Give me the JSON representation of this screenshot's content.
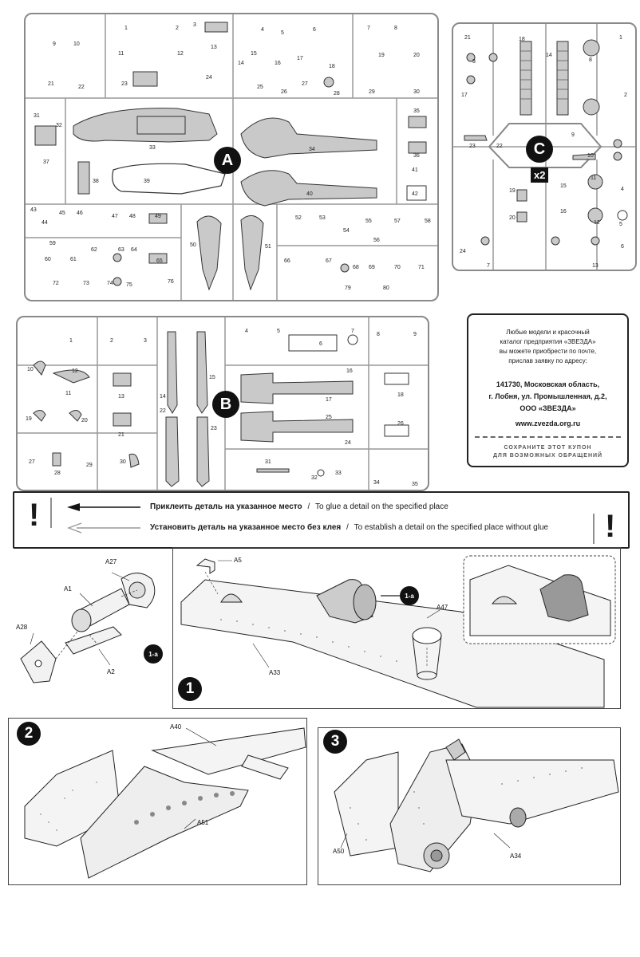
{
  "sprues": {
    "a": {
      "letter": "A"
    },
    "b": {
      "letter": "B"
    },
    "c": {
      "letter": "C",
      "multiplier": "x2"
    }
  },
  "coupon": {
    "line1": "Любые модели и красочный",
    "line2": "каталог предприятия «ЗВЕЗДА»",
    "line3": "вы можете приобрести по почте,",
    "line4": "прислав заявку по адресу:",
    "addr1": "141730, Московская область,",
    "addr2": "г. Лобня, ул. Промышленная, д.2,",
    "addr3": "ООО «ЗВЕЗДА»",
    "web": "www.zvezda.org.ru",
    "keep1": "СОХРАНИТЕ ЭТОТ КУПОН",
    "keep2": "ДЛЯ ВОЗМОЖНЫХ ОБРАЩЕНИЙ"
  },
  "legend": {
    "mark": "!",
    "glue_ru": "Приклеить деталь на указанное место",
    "glue_en": "To glue a detail on the specified place",
    "noglue_ru": "Установить деталь на указанное место без клея",
    "noglue_en": "To establish a detail on the specified place without glue",
    "sep": "/"
  },
  "steps": {
    "sub1a": {
      "badge": "1-a",
      "labels": [
        "A27",
        "A1",
        "A28",
        "A2"
      ]
    },
    "s1": {
      "number": "1",
      "badge": "1-a",
      "labels": [
        "A5",
        "A47",
        "A33"
      ]
    },
    "s2": {
      "number": "2",
      "labels": [
        "A40",
        "A51"
      ]
    },
    "s3": {
      "number": "3",
      "labels": [
        "A50",
        "A34"
      ]
    }
  },
  "part_numbers_a": [
    "1",
    "2",
    "3",
    "4",
    "5",
    "6",
    "7",
    "8",
    "9",
    "10",
    "11",
    "12",
    "13",
    "14",
    "15",
    "16",
    "17",
    "18",
    "19",
    "20",
    "21",
    "22",
    "23",
    "24",
    "25",
    "26",
    "27",
    "28",
    "29",
    "30",
    "31",
    "32",
    "33",
    "34",
    "35",
    "36",
    "37",
    "38",
    "39",
    "40",
    "41",
    "42",
    "43",
    "44",
    "45",
    "46",
    "47",
    "48",
    "49",
    "50",
    "51",
    "52",
    "53",
    "54",
    "55",
    "56",
    "57",
    "58",
    "59",
    "60",
    "61",
    "62",
    "63",
    "64",
    "65",
    "66",
    "67",
    "68",
    "69",
    "70",
    "71",
    "72",
    "73",
    "74",
    "75",
    "76",
    "79",
    "80"
  ],
  "part_numbers_b": [
    "1",
    "2",
    "3",
    "4",
    "5",
    "6",
    "7",
    "8",
    "9",
    "10",
    "11",
    "12",
    "13",
    "14",
    "15",
    "16",
    "17",
    "18",
    "19",
    "20",
    "21",
    "22",
    "23",
    "24",
    "25",
    "26",
    "27",
    "28",
    "29",
    "30",
    "31",
    "32",
    "33",
    "34",
    "35"
  ],
  "part_numbers_c": [
    "1",
    "2",
    "3",
    "4",
    "5",
    "6",
    "7",
    "8",
    "9",
    "10",
    "11",
    "12",
    "13",
    "14",
    "15",
    "16",
    "17",
    "18",
    "19",
    "20",
    "21",
    "22",
    "23",
    "24"
  ]
}
